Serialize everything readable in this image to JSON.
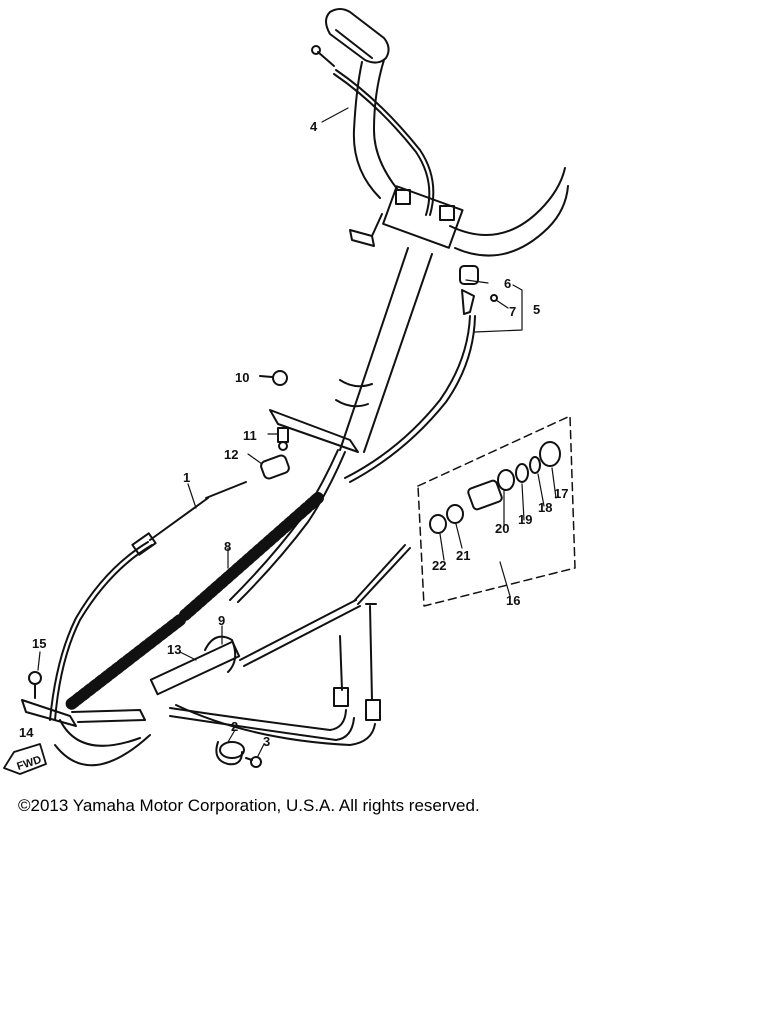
{
  "diagram": {
    "callouts": [
      "1",
      "2",
      "3",
      "4",
      "5",
      "6",
      "7",
      "8",
      "9",
      "10",
      "11",
      "12",
      "13",
      "14",
      "15",
      "16",
      "17",
      "18",
      "19",
      "20",
      "21",
      "22"
    ],
    "fwd_label": "FWD"
  },
  "footer": {
    "copyright": "©2013 Yamaha Motor Corporation, U.S.A. All rights reserved."
  }
}
